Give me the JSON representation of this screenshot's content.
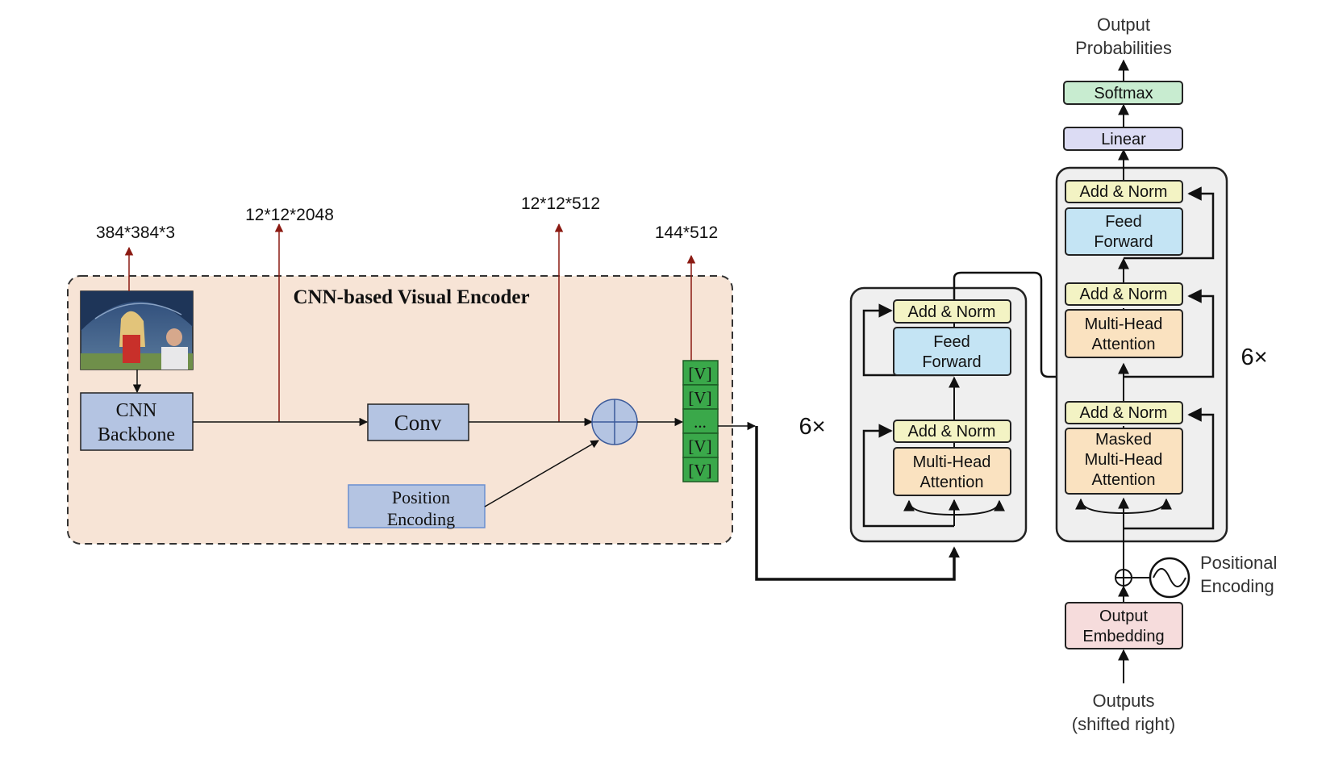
{
  "encoder": {
    "title": "CNN-based Visual Encoder",
    "cnn_backbone": [
      "CNN",
      "Backbone"
    ],
    "conv": "Conv",
    "position_encoding": [
      "Position",
      "Encoding"
    ],
    "token_labels": [
      "[V]",
      "[V]",
      "...",
      "[V]",
      "[V]"
    ],
    "dims": {
      "input": "384*384*3",
      "backbone_out": "12*12*2048",
      "conv_out": "12*12*512",
      "tokens": "144*512"
    }
  },
  "transformer_encoder": {
    "repeat": "6×",
    "add_norm_top": "Add & Norm",
    "feed_forward": [
      "Feed",
      "Forward"
    ],
    "add_norm_bottom": "Add & Norm",
    "attention": [
      "Multi-Head",
      "Attention"
    ]
  },
  "transformer_decoder": {
    "repeat": "6×",
    "output_probabilities": [
      "Output",
      "Probabilities"
    ],
    "softmax": "Softmax",
    "linear": "Linear",
    "add_norm_1": "Add & Norm",
    "feed_forward": [
      "Feed",
      "Forward"
    ],
    "add_norm_2": "Add & Norm",
    "cross_attention": [
      "Multi-Head",
      "Attention"
    ],
    "add_norm_3": "Add & Norm",
    "masked_attention": [
      "Masked",
      "Multi-Head",
      "Attention"
    ],
    "positional_encoding": [
      "Positional",
      "Encoding"
    ],
    "output_embedding": [
      "Output",
      "Embedding"
    ],
    "outputs": [
      "Outputs",
      "(shifted right)"
    ]
  },
  "colors": {
    "encoder_bg": "#f7e4d6",
    "block_blue": "#b4c4e2",
    "token_green": "#3aa84a",
    "dim_arrow": "#8b1a12",
    "add_norm": "#f3f3c4",
    "feed_forward": "#c4e4f4",
    "attention": "#fae2c0",
    "linear": "#dcdcf4",
    "softmax": "#c8ecd0",
    "embedding": "#f6dcdc",
    "stack_bg": "#efefef"
  }
}
